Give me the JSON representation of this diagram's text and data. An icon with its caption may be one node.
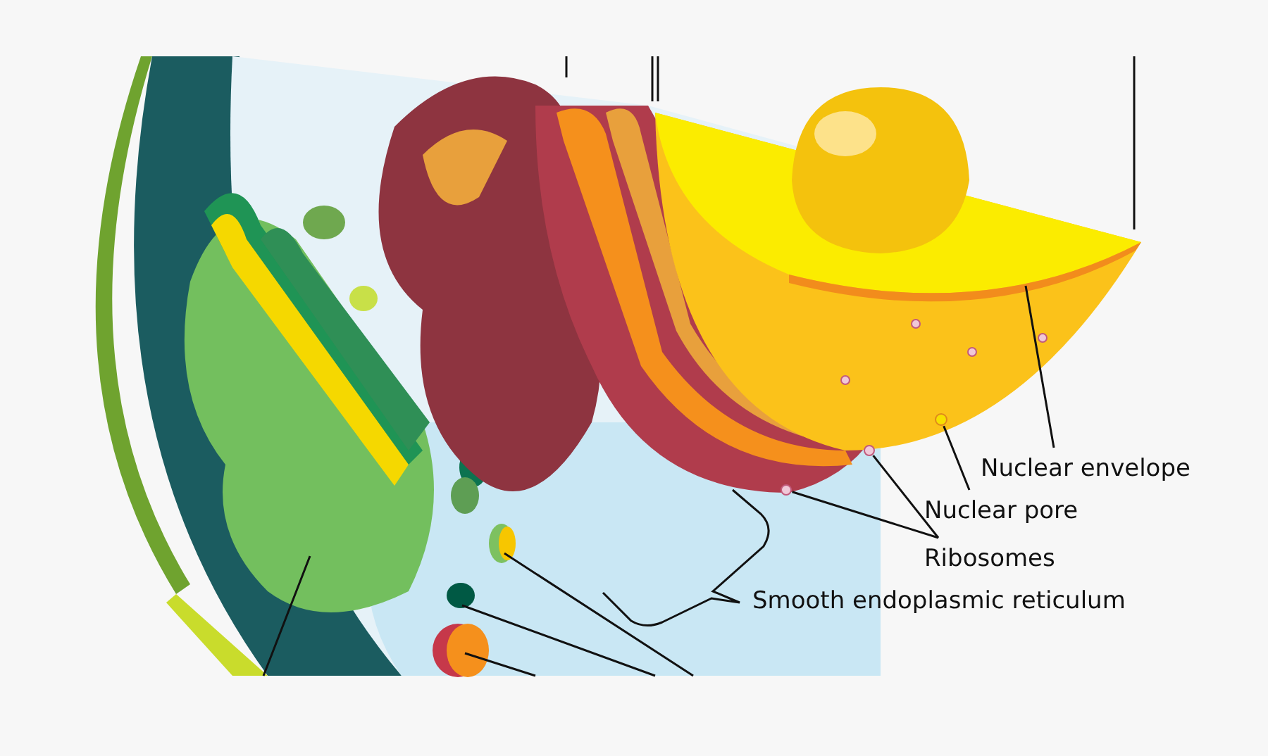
{
  "diagram": {
    "nodes": [
      {
        "text": [
          "Nuclear envelope"
        ]
      },
      {
        "text": [
          "Nuclear pore"
        ]
      },
      {
        "text": [
          "Ribosomes"
        ]
      },
      {
        "text": [
          "Smooth endoplasmic reticulum"
        ]
      },
      {
        "text": [],
        "shape": "circle"
      },
      {
        "text": [],
        "shape": "circle"
      },
      {
        "text": [],
        "shape": "circle"
      }
    ],
    "edges": [
      {
        "from": 0,
        "to": null,
        "arrow": "none"
      },
      {
        "from": 1,
        "to": 4,
        "arrow": "none"
      },
      {
        "from": 2,
        "to": 5,
        "arrow": "none"
      },
      {
        "from": 2,
        "to": 6,
        "arrow": "none"
      }
    ]
  }
}
